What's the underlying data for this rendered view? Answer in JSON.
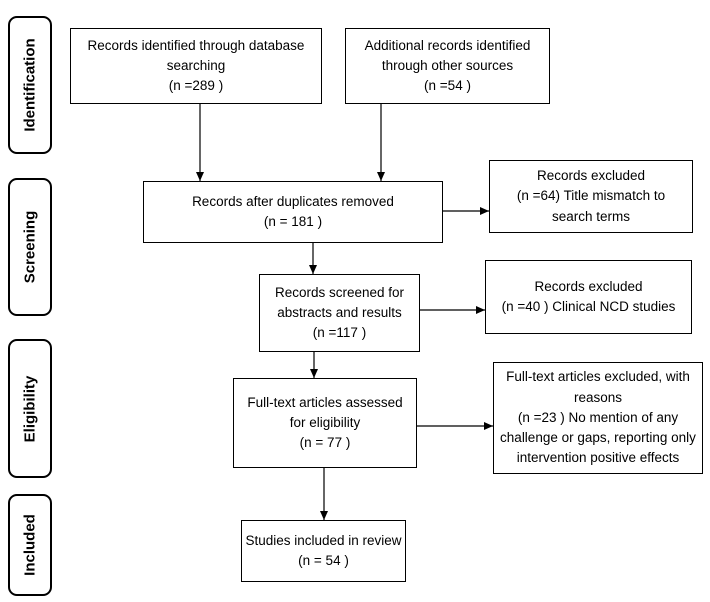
{
  "stages": {
    "identification": "Identification",
    "screening": "Screening",
    "eligibility": "Eligibility",
    "included": "Included"
  },
  "boxes": {
    "database_records": {
      "line1": "Records identified through database",
      "line2": "searching",
      "line3": "(n =289   )"
    },
    "other_records": {
      "line1": "Additional records identified",
      "line2": "through other sources",
      "line3": "(n =54   )"
    },
    "after_duplicates": {
      "line1": "Records after duplicates removed",
      "line2": "(n = 181   )"
    },
    "excluded_title": {
      "line1": "Records excluded",
      "line2": "(n =64) Title mismatch to",
      "line3": "search terms"
    },
    "screened": {
      "line1": "Records screened for",
      "line2": "abstracts and results",
      "line3": "(n =117   )"
    },
    "excluded_clinical": {
      "line1": "Records excluded",
      "line2": "(n =40    ) Clinical NCD studies"
    },
    "fulltext": {
      "line1": "Full-text articles assessed",
      "line2": "for eligibility",
      "line3": "(n = 77   )"
    },
    "excluded_fulltext": {
      "line1": "Full-text articles excluded, with",
      "line2": "reasons",
      "line3": "(n =23    ) No mention of any",
      "line4": "challenge or gaps, reporting only",
      "line5": "intervention  positive effects"
    },
    "included_studies": {
      "line1": "Studies included in review",
      "line2": "(n = 54   )"
    }
  }
}
